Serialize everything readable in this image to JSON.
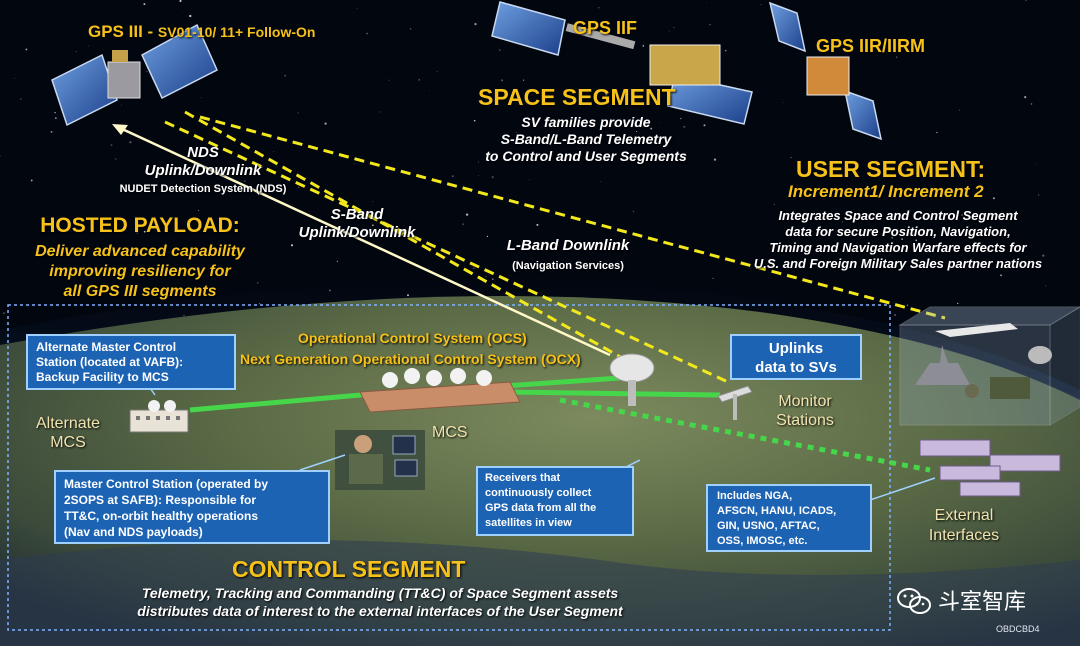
{
  "space_segment": {
    "gps3_title": "GPS III -",
    "gps3_sub": "SV01-10/ 11+ Follow-On",
    "gps2f": "GPS IIF",
    "gps2r": "GPS IIR/IIRM",
    "title": "SPACE SEGMENT",
    "desc": [
      "SV families provide",
      "S-Band/L-Band Telemetry",
      "to Control and User Segments"
    ]
  },
  "links": {
    "nds": [
      "NDS",
      "Uplink/Downlink",
      "NUDET Detection System (NDS)"
    ],
    "sband": [
      "S-Band",
      "Uplink/Downlink"
    ],
    "lband": [
      "L-Band Downlink",
      "(Navigation Services)"
    ]
  },
  "hosted_payload": {
    "title": "HOSTED PAYLOAD:",
    "desc": [
      "Deliver advanced capability",
      "improving resiliency for",
      "all GPS III segments"
    ]
  },
  "user_segment": {
    "title": "USER SEGMENT:",
    "sub": "Increment1/ Increment 2",
    "desc": [
      "Integrates Space and Control Segment",
      "data for secure Position, Navigation,",
      "Timing and Navigation Warfare effects for",
      "U.S. and Foreign Military Sales partner nations"
    ]
  },
  "control_segment": {
    "ocs": "Operational Control System (OCS)",
    "ocx": "Next Generation Operational Control System (OCX)",
    "alt_box": [
      "Alternate Master Control",
      "Station (located at VAFB):",
      "Backup Facility to MCS"
    ],
    "alt_label": [
      "Alternate",
      "MCS"
    ],
    "mcs_label": "MCS",
    "uplinks_box": [
      "Uplinks",
      "data to SVs"
    ],
    "monitor_label": [
      "Monitor",
      "Stations"
    ],
    "mcs_box": [
      "Master Control Station (operated by",
      "2SOPS at SAFB): Responsible for",
      "TT&C, on-orbit healthy operations",
      "(Nav and NDS payloads)"
    ],
    "receivers_box": [
      "Receivers that",
      "continuously collect",
      "GPS data from all the",
      "satellites in view"
    ],
    "interfaces_box": [
      "Includes NGA,",
      "AFSCN, HANU,  ICADS,",
      "GIN, USNO, AFTAC,",
      "OSS, IMOSC, etc."
    ],
    "external_label": [
      "External",
      "Interfaces"
    ],
    "title": "CONTROL SEGMENT",
    "desc": [
      "Telemetry, Tracking and Commanding (TT&C) of Space Segment assets",
      "distributes data of interest to the external interfaces of the User Segment"
    ]
  },
  "watermark": {
    "brand": "斗室智库",
    "code": "OBDCBD4"
  },
  "colors": {
    "title_yellow": "#f6c21a",
    "box_blue": "#1d63b4",
    "link_yellow": "#f2e81c",
    "link_green": "#46d64a",
    "sky": "#02060f",
    "earth": "#5a6a45"
  },
  "icons": [
    "gps-iii-satellite-icon",
    "gps-iif-satellite-icon",
    "gps-iir-satellite-icon",
    "satellite-dish-icon",
    "antenna-icon",
    "building-icon",
    "wechat-icon"
  ]
}
